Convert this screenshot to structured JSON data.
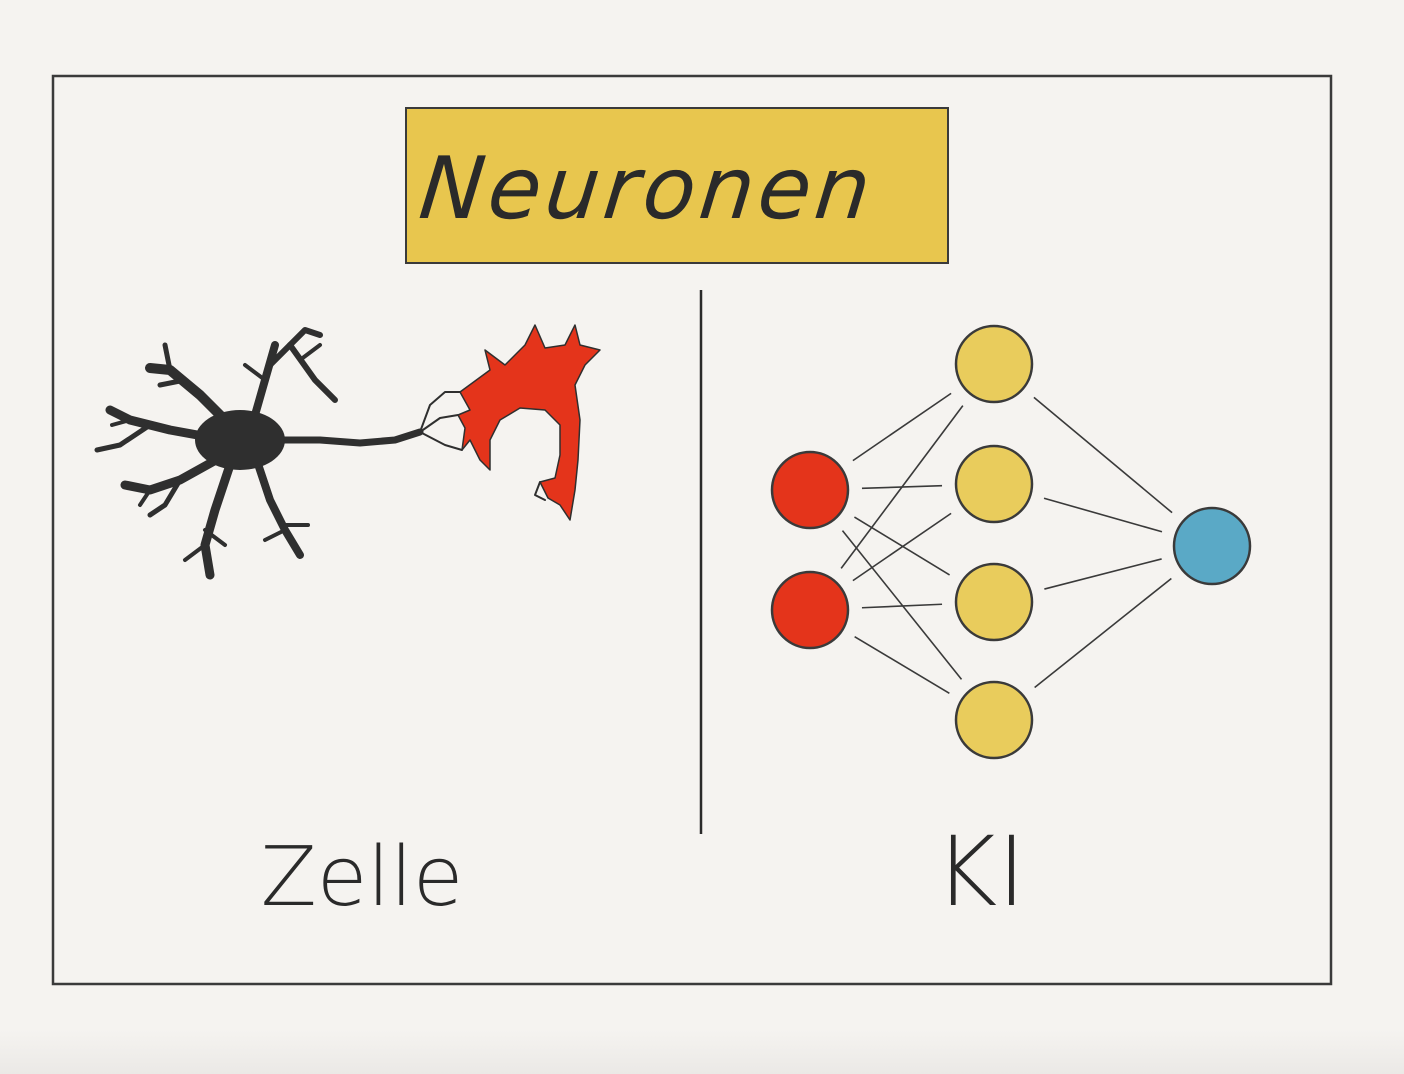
{
  "title": "Neuronen",
  "left_label": "Zelle",
  "right_label": "KI",
  "colors": {
    "background": "#f5f3f0",
    "frame": "#3a3a3a",
    "title_box": "#e8c64e",
    "neuron_cell": "#2f2f2f",
    "neuron_target": "#e4341b",
    "input_node": "#e4341b",
    "hidden_node": "#e9cc5c",
    "output_node": "#5aa9c6"
  },
  "network": {
    "layers": [
      {
        "name": "input",
        "nodes": 2
      },
      {
        "name": "hidden",
        "nodes": 4
      },
      {
        "name": "output",
        "nodes": 1
      }
    ]
  }
}
